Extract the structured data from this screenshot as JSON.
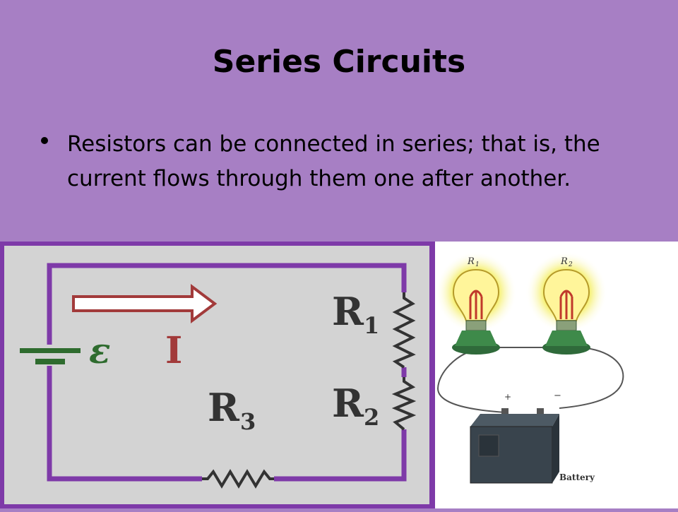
{
  "slide": {
    "title": "Series Circuits",
    "bullet": "Resistors can be connected in series; that is, the current flows through them one after another."
  },
  "circuit_diagram": {
    "emf_symbol": "ε",
    "current_label": "I",
    "resistor_1": "R",
    "resistor_1_sub": "1",
    "resistor_2": "R",
    "resistor_2_sub": "2",
    "resistor_3": "R",
    "resistor_3_sub": "3"
  },
  "bulb_illustration": {
    "bulb_1": "R",
    "bulb_1_sub": "1",
    "bulb_2": "R",
    "bulb_2_sub": "2",
    "plus": "+",
    "minus": "−",
    "battery_label": "Battery"
  },
  "colors": {
    "background": "#a77fc4",
    "wire": "#7e3aa8",
    "battery": "#2e6b2e",
    "current": "#a23a3a",
    "resistor": "#333333"
  }
}
